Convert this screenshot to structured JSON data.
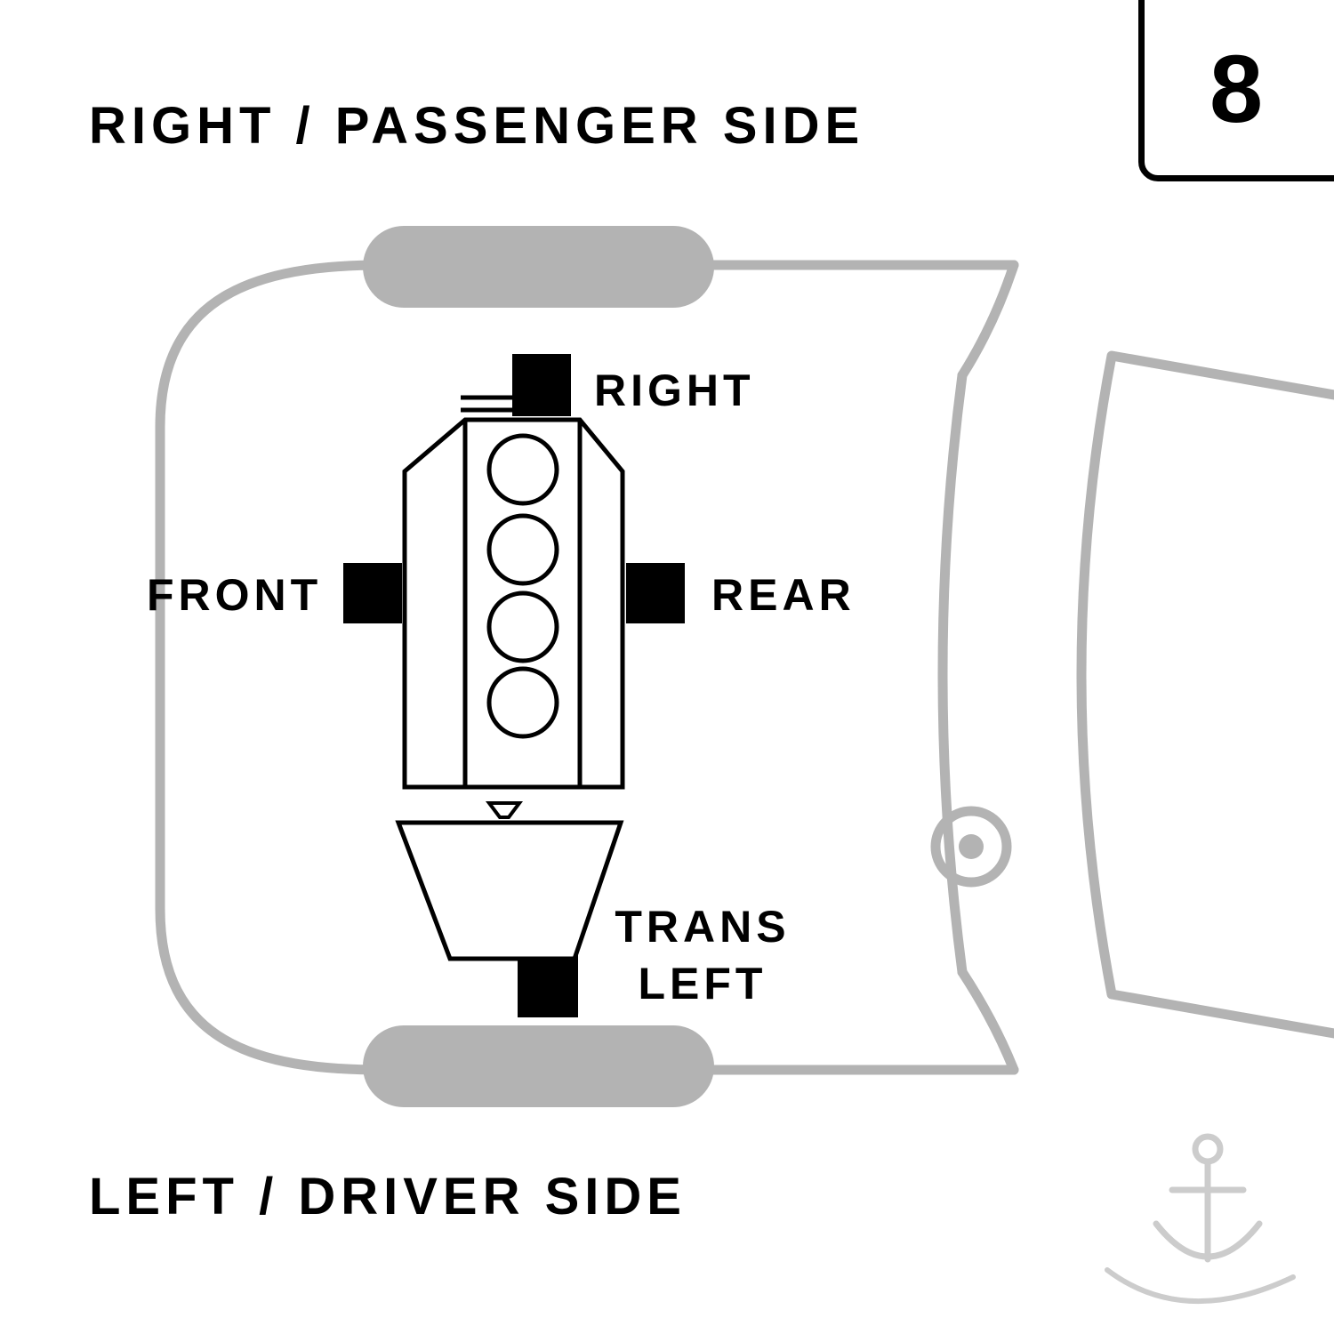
{
  "page": {
    "title_top": "RIGHT / PASSENGER SIDE",
    "title_bottom": "LEFT / DRIVER SIDE",
    "figure_number": "8"
  },
  "engine_diagram": {
    "view": "top-view engine and transmission mount locations",
    "cylinder_count": 4,
    "mounts": {
      "right": "RIGHT",
      "front": "FRONT",
      "rear": "REAR",
      "trans_left_line1": "TRANS",
      "trans_left_line2": "LEFT"
    }
  },
  "colors": {
    "background": "#ffffff",
    "diagram_black": "#000000",
    "car_outline_gray": "#b3b3b3",
    "watermark_gray": "#cccccc"
  },
  "icons": {
    "watermark": "anchor-logo"
  }
}
